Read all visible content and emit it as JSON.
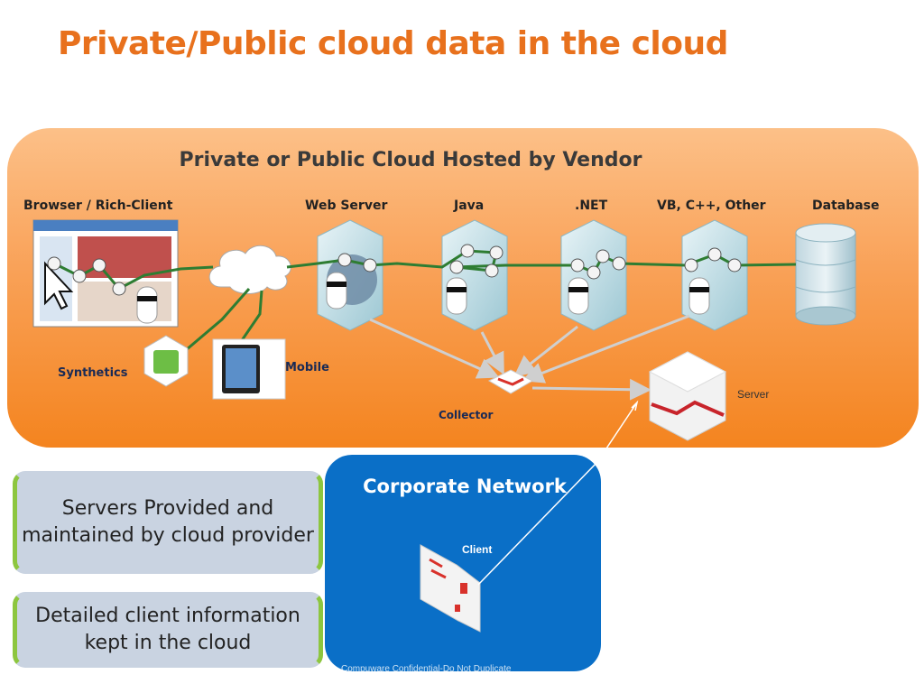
{
  "title": "Private/Public cloud data in the cloud",
  "cloud_panel": {
    "heading": "Private or Public Cloud Hosted by Vendor",
    "tiers": {
      "browser": "Browser / Rich-Client",
      "web_server": "Web Server",
      "java": "Java",
      "dotnet": ".NET",
      "vb_cpp_other": "VB, C++, Other",
      "database": "Database"
    },
    "synthetics": "Synthetics",
    "mobile": "Mobile",
    "collector": "Collector",
    "server": "Server"
  },
  "corporate_network": {
    "title": "Corporate Network",
    "client": "Client"
  },
  "info_boxes": [
    "Servers Provided and maintained by cloud provider",
    "Detailed client information kept in the cloud"
  ],
  "footer": "Compuware Confidential-Do Not Duplicate",
  "colors": {
    "title": "#E8711D",
    "panel_top": "#FCC088",
    "panel_bottom": "#F4841F",
    "corporate": "#0A6FC7",
    "info_box": "#C9D3E1",
    "info_border": "#8DC63F",
    "connector": "#2E7D32"
  }
}
